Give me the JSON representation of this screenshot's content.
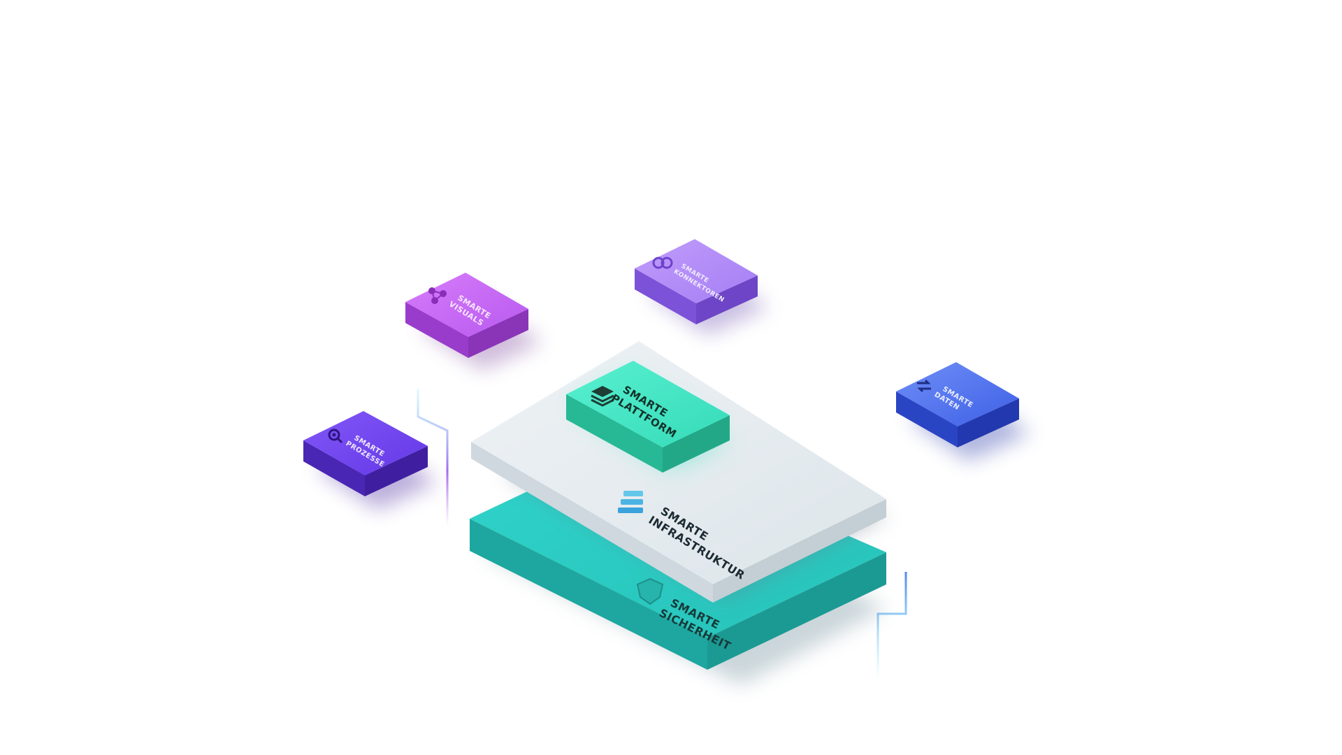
{
  "modules": {
    "visuals": {
      "line1": "SMARTE",
      "line2": "VISUALS",
      "color": "#c060f0",
      "icon": "network-icon"
    },
    "konnektoren": {
      "line1": "SMARTE",
      "line2": "KONNEKTOREN",
      "color": "#a884f4",
      "icon": "link-rings-icon"
    },
    "prozesse": {
      "line1": "SMARTE",
      "line2": "PROZESSE",
      "color": "#6a45ec",
      "icon": "process-gear-icon"
    },
    "daten": {
      "line1": "SMARTE",
      "line2": "DATEN",
      "color": "#4468ec",
      "icon": "data-transfer-icon"
    }
  },
  "layers": {
    "plattform": {
      "line1": "SMARTE",
      "line2": "PLATTFORM",
      "color": "#3fe2c0",
      "icon": "stack-layers-icon"
    },
    "infrastruktur": {
      "line1": "SMARTE",
      "line2": "INFRASTRUKTUR",
      "color": "#e4ebef",
      "icon": "server-stack-icon"
    },
    "sicherheit": {
      "line1": "SMARTE",
      "line2": "SICHERHEIT",
      "color": "#33cdc4",
      "icon": "shield-icon"
    }
  }
}
